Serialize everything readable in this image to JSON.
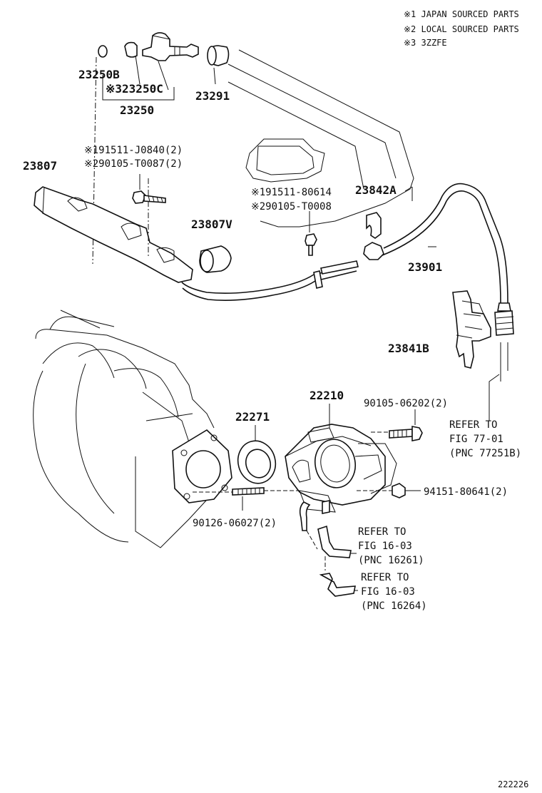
{
  "legend": [
    "※1 JAPAN SOURCED PARTS",
    "※2 LOCAL SOURCED PARTS",
    "※3 3ZZFE"
  ],
  "labels": {
    "p23250B": "23250B",
    "p23250C": "※323250C",
    "p23250": "23250",
    "p23291": "23291",
    "p91511_J0840": "※191511-J0840(2)",
    "p90105_T0087": "※290105-T0087(2)",
    "p23807": "23807",
    "p91511_80614": "※191511-80614",
    "p90105_T0008": "※290105-T0008",
    "p23842A": "23842A",
    "p23807V": "23807V",
    "p23901": "23901",
    "p23841B": "23841B",
    "p22210": "22210",
    "p90105_06202": "90105-06202(2)",
    "p22271": "22271",
    "p94151_80641": "94151-80641(2)",
    "p90126_06027": "90126-06027(2)",
    "refer_77_line1": "REFER TO",
    "refer_77_line2": "FIG 77-01",
    "refer_77_line3": "(PNC 77251B)",
    "refer_16261_line1": "REFER TO",
    "refer_16261_line2": "FIG 16-03",
    "refer_16261_line3": "(PNC 16261)",
    "refer_16264_line1": "REFER TO",
    "refer_16264_line2": "FIG 16-03",
    "refer_16264_line3": "(PNC 16264)",
    "diagram_id": "222226"
  }
}
